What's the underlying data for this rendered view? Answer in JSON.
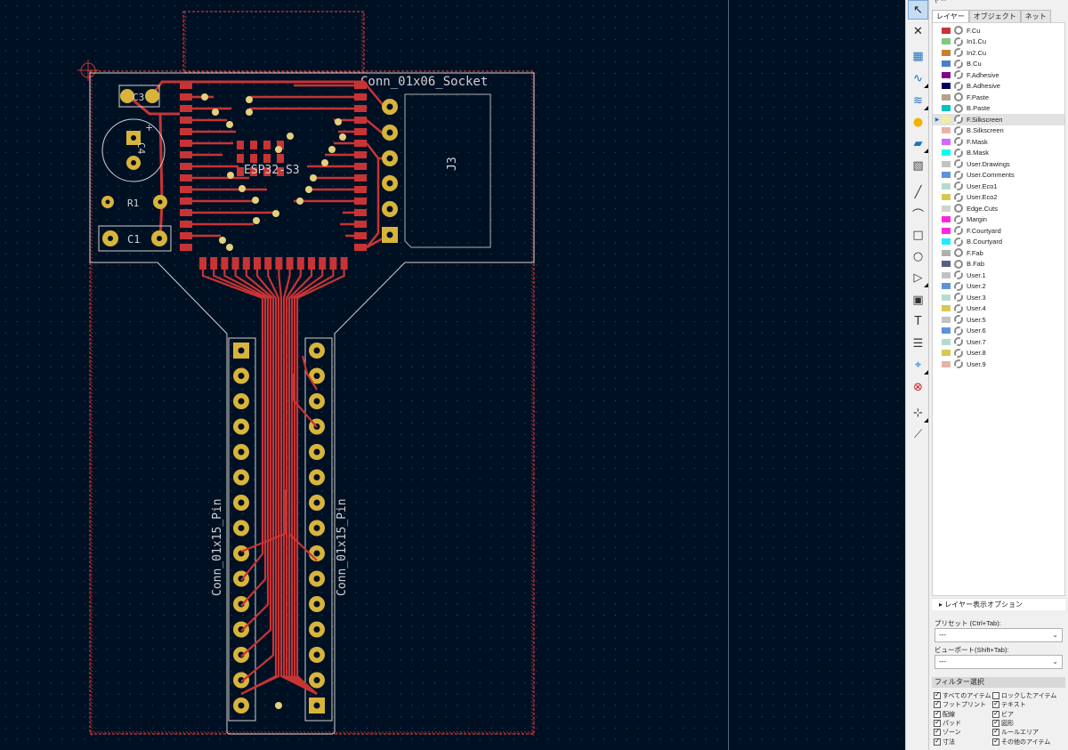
{
  "panel": {
    "title": "ヤー",
    "tabs": [
      "レイヤー",
      "オブジェクト",
      "ネット"
    ],
    "active_tab": 0,
    "layers": [
      {
        "name": "F.Cu",
        "color": "#c83434",
        "visible": true
      },
      {
        "name": "In1.Cu",
        "color": "#7fc87f",
        "visible": false
      },
      {
        "name": "In2.Cu",
        "color": "#ce7d2c",
        "visible": false
      },
      {
        "name": "B.Cu",
        "color": "#4d7fc4",
        "visible": false
      },
      {
        "name": "F.Adhesive",
        "color": "#84008a",
        "visible": false
      },
      {
        "name": "B.Adhesive",
        "color": "#00005a",
        "visible": false
      },
      {
        "name": "F.Paste",
        "color": "#b4a08c",
        "visible": true
      },
      {
        "name": "B.Paste",
        "color": "#00c2c2",
        "visible": true
      },
      {
        "name": "F.Silkscreen",
        "color": "#f2eda1",
        "visible": false,
        "selected": true
      },
      {
        "name": "B.Silkscreen",
        "color": "#e8b2a7",
        "visible": false
      },
      {
        "name": "F.Mask",
        "color": "#d864ff",
        "visible": false
      },
      {
        "name": "B.Mask",
        "color": "#02ffee",
        "visible": false
      },
      {
        "name": "User.Drawings",
        "color": "#c2c2c2",
        "visible": false
      },
      {
        "name": "User.Comments",
        "color": "#5994dc",
        "visible": false
      },
      {
        "name": "User.Eco1",
        "color": "#b4dbd2",
        "visible": false
      },
      {
        "name": "User.Eco2",
        "color": "#d8c852",
        "visible": false
      },
      {
        "name": "Edge.Cuts",
        "color": "#d0d2cd",
        "visible": true
      },
      {
        "name": "Margin",
        "color": "#ff26e2",
        "visible": false
      },
      {
        "name": "F.Courtyard",
        "color": "#ff26e2",
        "visible": false
      },
      {
        "name": "B.Courtyard",
        "color": "#26e9ff",
        "visible": false
      },
      {
        "name": "F.Fab",
        "color": "#afafaf",
        "visible": true
      },
      {
        "name": "B.Fab",
        "color": "#585d84",
        "visible": true
      },
      {
        "name": "User.1",
        "color": "#c2c2c2",
        "visible": false
      },
      {
        "name": "User.2",
        "color": "#5994dc",
        "visible": false
      },
      {
        "name": "User.3",
        "color": "#b4dbd2",
        "visible": false
      },
      {
        "name": "User.4",
        "color": "#d8c852",
        "visible": false
      },
      {
        "name": "User.5",
        "color": "#c2c2c2",
        "visible": false
      },
      {
        "name": "User.6",
        "color": "#5994dc",
        "visible": false
      },
      {
        "name": "User.7",
        "color": "#b4dbd2",
        "visible": false
      },
      {
        "name": "User.8",
        "color": "#d8c852",
        "visible": false
      },
      {
        "name": "User.9",
        "color": "#e8b2a7",
        "visible": false
      }
    ],
    "layer_display_options": "レイヤー表示オプション",
    "preset_label": "プリセット (Ctrl+Tab):",
    "preset_value": "---",
    "viewport_label": "ビューポート(Shift+Tab):",
    "viewport_value": "---",
    "filter_title": "フィルター選択",
    "filters_left": [
      "すべてのアイテム",
      "フットプリント",
      "配線",
      "パッド",
      "ゾーン",
      "寸法"
    ],
    "filters_right": [
      "ロックしたアイテム",
      "テキスト",
      "ビア",
      "図形",
      "ルールエリア",
      "その他のアイテム"
    ],
    "filters_left_checked": [
      true,
      true,
      true,
      true,
      true,
      true
    ],
    "filters_right_checked": [
      false,
      true,
      true,
      true,
      true,
      true
    ]
  },
  "board": {
    "socket_label": "Conn_01x06_Socket",
    "module_label": "ESP32-S3",
    "j3_label": "J3",
    "c3_label": "C3",
    "c4_label": "C4",
    "r1_label": "R1",
    "c1_label": "C1",
    "left_header_label": "Conn_01x15_Pin",
    "right_header_label": "Conn_01x15_Pin"
  },
  "toolbar": {
    "tools": [
      "select-tool",
      "route-local-ratsnest-tool",
      "footprint-tool",
      "route-track-tool",
      "route-diff-pair-tool",
      "via-tool",
      "zone-tool",
      "rule-area-tool",
      "line-tool",
      "arc-tool",
      "rectangle-tool",
      "circle-tool",
      "polygon-tool",
      "image-tool",
      "text-tool",
      "textbox-tool",
      "dimension-tool",
      "delete-tool",
      "grid-origin-tool",
      "measure-tool"
    ]
  },
  "colors": {
    "copper": "#c83434",
    "pad": "#d8b43a",
    "edge": "#d0d2cd",
    "fab": "#afafaf",
    "silk": "#d0d0d0",
    "courtyard": "#c83434"
  }
}
